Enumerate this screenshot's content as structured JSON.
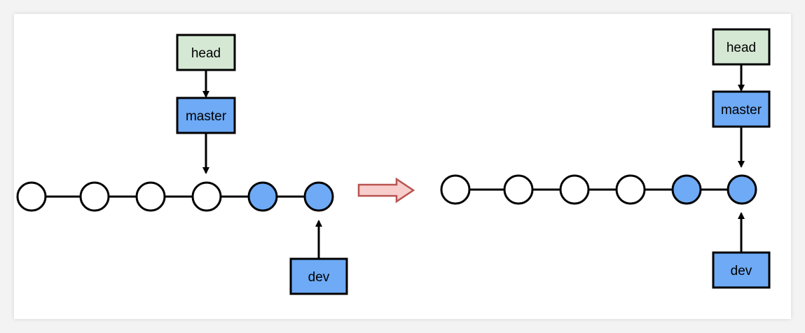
{
  "colors": {
    "head_fill": "#d5e8d4",
    "branch_fill": "#6eaaf5",
    "commit_white": "#ffffff",
    "commit_blue": "#6eaaf5",
    "arrow_fill": "#f8cecc",
    "arrow_stroke": "#b85450",
    "line": "#000000"
  },
  "before": {
    "head_label": "head",
    "master_label": "master",
    "dev_label": "dev",
    "commits": [
      "white",
      "white",
      "white",
      "white",
      "blue",
      "blue"
    ]
  },
  "after": {
    "head_label": "head",
    "master_label": "master",
    "dev_label": "dev",
    "commits": [
      "white",
      "white",
      "white",
      "white",
      "blue",
      "blue"
    ]
  },
  "transition_icon": "right-arrow-icon"
}
